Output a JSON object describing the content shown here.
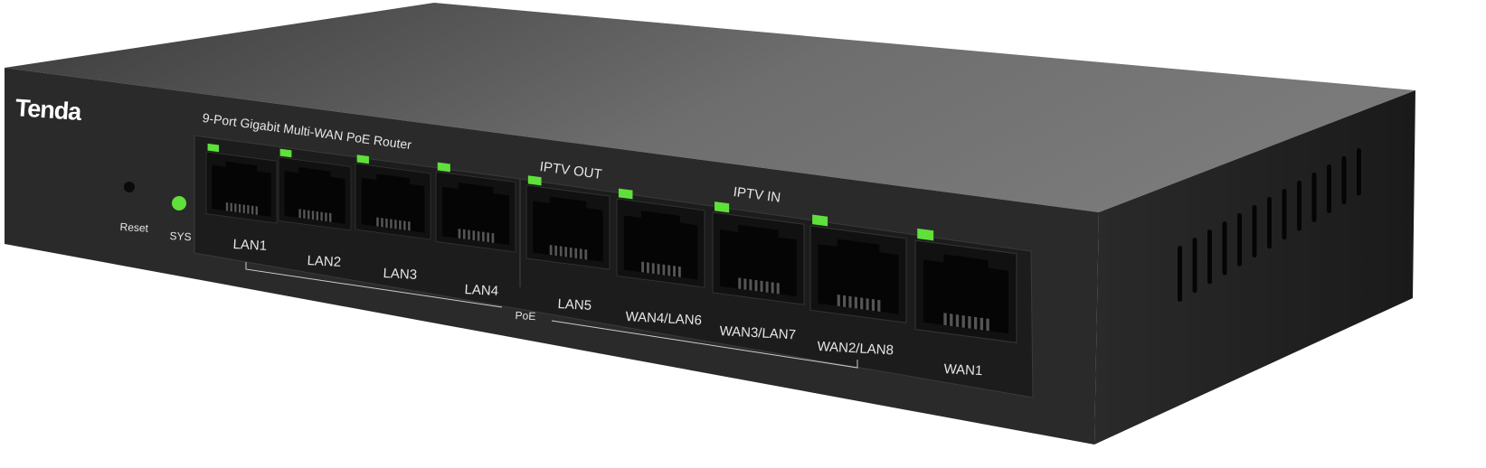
{
  "brand": "Tenda",
  "model_text": "9-Port Gigabit  Multi-WAN PoE Router",
  "controls": {
    "reset": "Reset",
    "sys": "SYS"
  },
  "group_labels": {
    "iptv_out": "IPTV OUT",
    "iptv_in": "IPTV IN",
    "poe": "PoE"
  },
  "ports": [
    {
      "label": "LAN1",
      "led": "on"
    },
    {
      "label": "LAN2",
      "led": "on"
    },
    {
      "label": "LAN3",
      "led": "on"
    },
    {
      "label": "LAN4",
      "led": "on"
    },
    {
      "label": "LAN5",
      "led": "on"
    },
    {
      "label": "WAN4/LAN6",
      "led": "on"
    },
    {
      "label": "WAN3/LAN7",
      "led": "on"
    },
    {
      "label": "WAN2/LAN8",
      "led": "on"
    },
    {
      "label": "WAN1",
      "led": "on"
    }
  ],
  "colors": {
    "body_top": "#5a5a5a",
    "body_front": "#2b2b2b",
    "body_side": "#1e1e1e",
    "led": "#5fe03a"
  }
}
